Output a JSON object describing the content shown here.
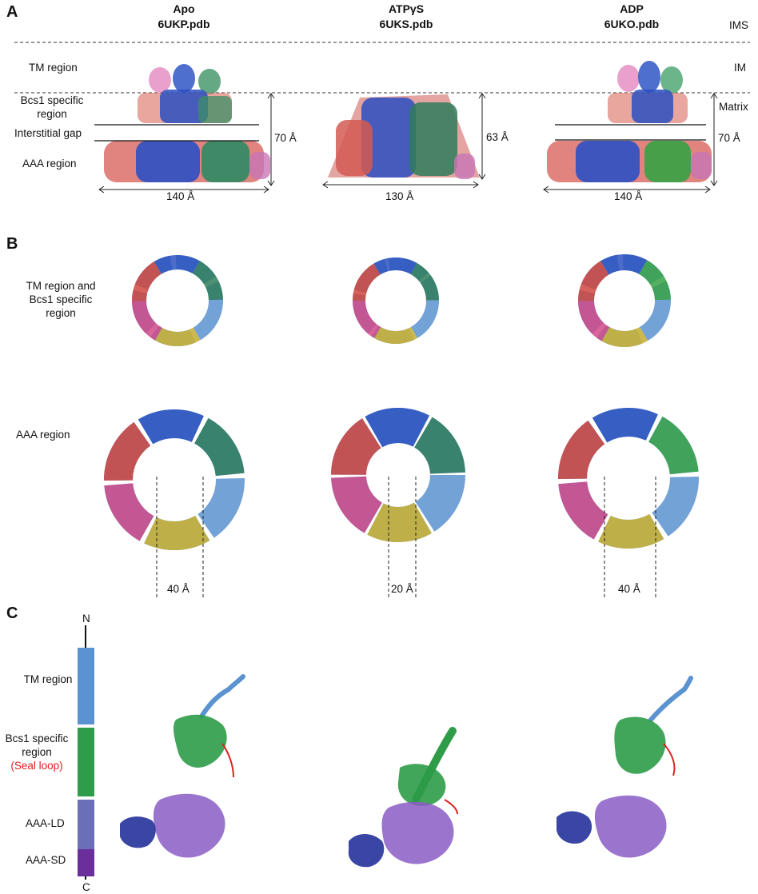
{
  "panels": {
    "a": "A",
    "b": "B",
    "c": "C"
  },
  "columns": [
    {
      "state": "Apo",
      "pdb": "6UKP.pdb"
    },
    {
      "state": "ATPγS",
      "pdb": "6UKS.pdb"
    },
    {
      "state": "ADP",
      "pdb": "6UKO.pdb"
    }
  ],
  "panel_a": {
    "left_labels": {
      "tm": "TM region",
      "bcs1": "Bcs1 specific region",
      "gap": "Interstitial gap",
      "aaa": "AAA region"
    },
    "right_labels": {
      "ims": "IMS",
      "im": "IM",
      "matrix": "Matrix"
    },
    "heights": [
      "70 Å",
      "63 Å",
      "70 Å"
    ],
    "widths": [
      "140 Å",
      "130 Å",
      "140 Å"
    ]
  },
  "panel_b": {
    "labels": {
      "top": "TM region and Bcs1 specific region",
      "bottom": "AAA region"
    },
    "pore_widths": [
      "40 Å",
      "20 Å",
      "40 Å"
    ]
  },
  "panel_c": {
    "n_term": "N",
    "c_term": "C",
    "domains": [
      {
        "label": "TM region",
        "color": "#5b92d0"
      },
      {
        "label": "Bcs1 specific region",
        "sublabel": "(Seal loop)",
        "sublabel_color": "#e02020",
        "color": "#2e9c48"
      },
      {
        "label": "AAA-LD",
        "color": "#6b6fb8"
      },
      {
        "label": "AAA-SD",
        "color": "#6a2f9a"
      }
    ]
  }
}
